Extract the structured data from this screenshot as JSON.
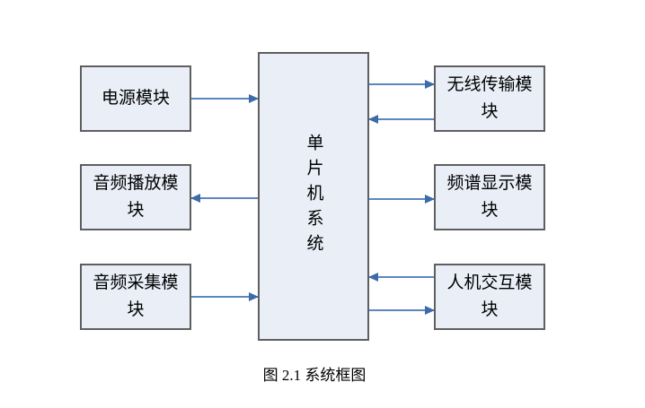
{
  "figure": {
    "caption": "图 2.1 系统框图"
  },
  "diagram": {
    "center_node": {
      "label": "单片机系统"
    },
    "left_nodes": [
      {
        "label": "电源模块"
      },
      {
        "label": "音频播放模块"
      },
      {
        "label": "音频采集模块"
      }
    ],
    "right_nodes": [
      {
        "label": "无线传输模块"
      },
      {
        "label": "频谱显示模块"
      },
      {
        "label": "人机交互模块"
      }
    ],
    "connections": [
      {
        "from": "电源模块",
        "to": "单片机系统"
      },
      {
        "from": "单片机系统",
        "to": "音频播放模块"
      },
      {
        "from": "音频采集模块",
        "to": "单片机系统"
      },
      {
        "from": "单片机系统",
        "to": "无线传输模块"
      },
      {
        "from": "无线传输模块",
        "to": "单片机系统"
      },
      {
        "from": "单片机系统",
        "to": "频谱显示模块"
      },
      {
        "from": "人机交互模块",
        "to": "单片机系统"
      },
      {
        "from": "单片机系统",
        "to": "人机交互模块"
      }
    ]
  },
  "colors": {
    "box_fill": "#e9eef7",
    "box_border": "#5f5f5f",
    "arrow_line": "#5b87c0",
    "arrow_head": "#3c6ba8",
    "text": "#000000",
    "background": "#ffffff"
  }
}
